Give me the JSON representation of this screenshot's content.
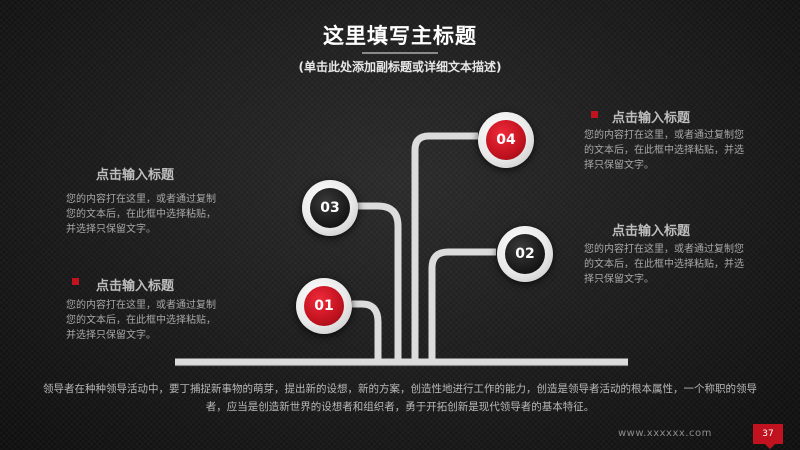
{
  "title": "这里填写主标题",
  "subtitle": "(单击此处添加副标题或详细文本描述)",
  "left_blocks": [
    {
      "heading": "点击输入标题",
      "text": "您的内容打在这里，或者通过复制您的文本后，在此框中选择粘贴，并选择只保留文字。"
    },
    {
      "heading": "点击输入标题",
      "text": "您的内容打在这里，或者通过复制您的文本后，在此框中选择粘贴，并选择只保留文字。"
    }
  ],
  "right_blocks": [
    {
      "heading": "点击输入标题",
      "text": "您的内容打在这里，或者通过复制您的文本后，在此框中选择粘贴，并选择只保留文字。"
    },
    {
      "heading": "点击输入标题",
      "text": "您的内容打在这里，或者通过复制您的文本后，在此框中选择粘贴，并选择只保留文字。"
    }
  ],
  "nodes": [
    "01",
    "02",
    "03",
    "04"
  ],
  "bottom_text": "领导者在种种领导活动中，要丁捕捉新事物的萌芽，提出新的设想，新的方案，创造性地进行工作的能力，创造是领导者活动的根本属性，一个称职的领导者，应当是创造新世界的设想者和组织者，勇于开拓创新是现代领导者的基本特征。",
  "url": "www.xxxxxx.com",
  "page_number": "37",
  "colors": {
    "accent": "#c1121f",
    "background": "#161616",
    "text": "#cfcfcf"
  }
}
